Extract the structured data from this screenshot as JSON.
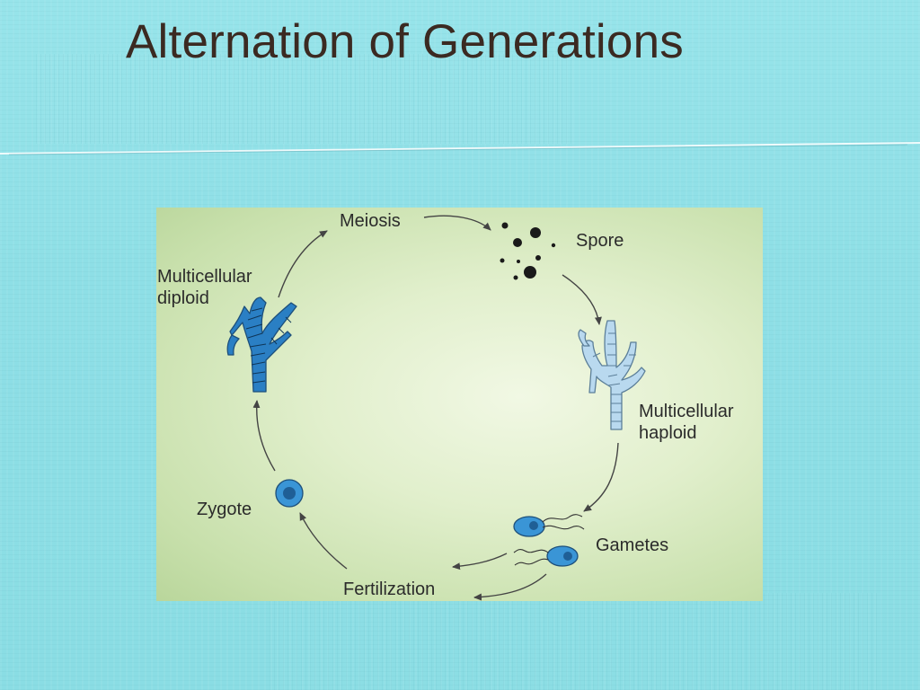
{
  "slide": {
    "title": "Alternation of Generations"
  },
  "diagram": {
    "labels": {
      "meiosis": "Meiosis",
      "spore": "Spore",
      "multicellular_diploid_line1": "Multicellular",
      "multicellular_diploid_line2": "diploid",
      "multicellular_haploid_line1": "Multicellular",
      "multicellular_haploid_line2": "haploid",
      "zygote": "Zygote",
      "gametes": "Gametes",
      "fertilization": "Fertilization"
    },
    "colors": {
      "slide_background": "#8fe0e6",
      "title_text": "#3b2a22",
      "diploid_organism": "#2a7fc4",
      "haploid_organism": "#b9d9ef",
      "cell_blue": "#3a95d6",
      "spore_black": "#1a1a1a",
      "arrow": "#444444"
    }
  }
}
